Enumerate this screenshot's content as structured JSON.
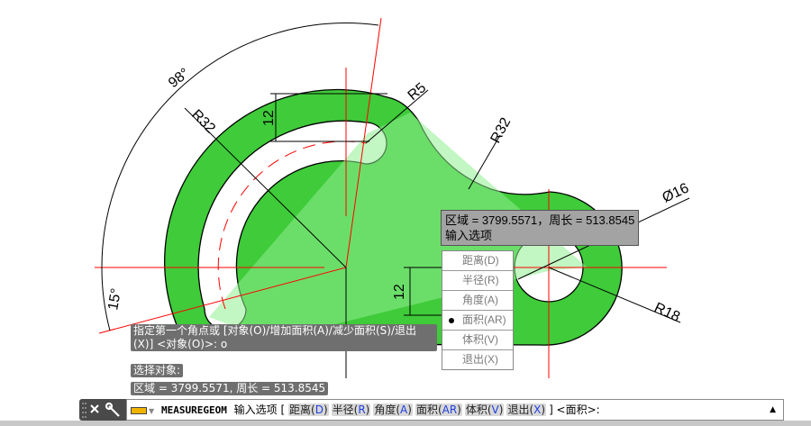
{
  "drawing": {
    "dimensions": {
      "angle_top": "98°",
      "angle_bottom": "15°",
      "radius_slot": "R32",
      "radius_slot_end": "R5",
      "radius_tangent": "R32",
      "diameter_hole": "Ø16",
      "radius_boss": "R18",
      "width_slot": "12",
      "offset_bottom": "12"
    },
    "colors": {
      "part_fill": "#3fcb3a",
      "area_overlay": "#90ee90",
      "centerline": "#ff0000"
    }
  },
  "tooltip": {
    "line1": "区域 = 3799.5571，周长 = 513.8545",
    "line2": "输入选项"
  },
  "context_menu": {
    "items": [
      {
        "label": "距离(D)",
        "selected": false
      },
      {
        "label": "半径(R)",
        "selected": false
      },
      {
        "label": "角度(A)",
        "selected": false
      },
      {
        "label": "面积(AR)",
        "selected": true
      },
      {
        "label": "体积(V)",
        "selected": false
      },
      {
        "label": "退出(X)",
        "selected": false
      }
    ]
  },
  "command_history": [
    "指定第一个角点或 [对象(O)/增加面积(A)/减少面积(S)/退出(X)] <对象(O)>: o",
    "选择对象:",
    "区域 = 3799.5571, 周长 = 513.8545"
  ],
  "command_line": {
    "command": "MEASUREGEOM",
    "prompt": "输入选项 [",
    "options": [
      {
        "label": "距离(",
        "key": "D",
        "end": ")"
      },
      {
        "label": "半径(",
        "key": "R",
        "end": ")"
      },
      {
        "label": "角度(",
        "key": "A",
        "end": ")"
      },
      {
        "label": "面积(",
        "key": "AR",
        "end": ")"
      },
      {
        "label": "体积(",
        "key": "V",
        "end": ")"
      },
      {
        "label": "退出(",
        "key": "X",
        "end": ")"
      }
    ],
    "suffix": "] <面积>:"
  }
}
